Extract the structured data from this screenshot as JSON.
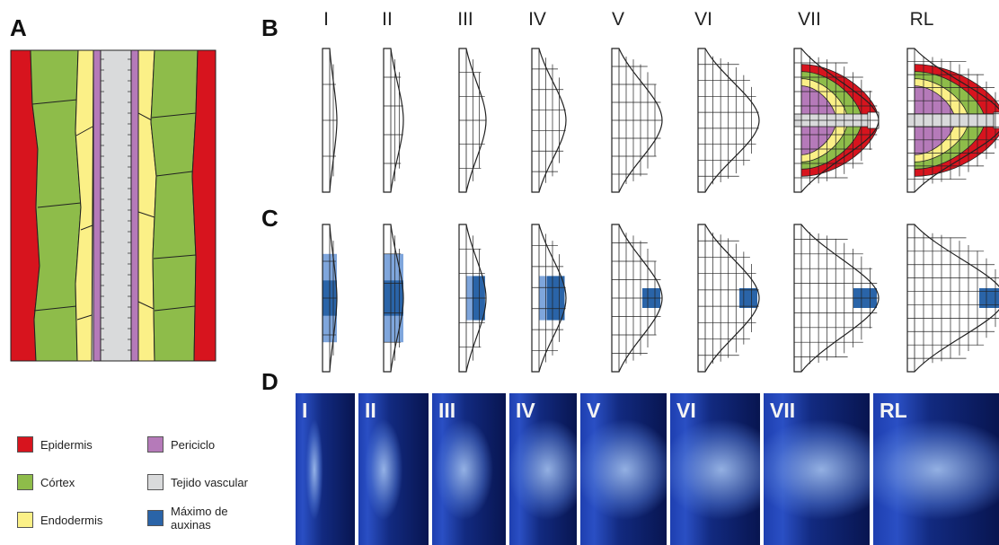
{
  "panels": {
    "a": "A",
    "b": "B",
    "c": "C",
    "d": "D"
  },
  "stages": [
    "I",
    "II",
    "III",
    "IV",
    "V",
    "VI",
    "VII",
    "RL"
  ],
  "legend": [
    {
      "label": "Epidermis",
      "color": "#d7141e"
    },
    {
      "label": "Córtex",
      "color": "#8ebc4a"
    },
    {
      "label": "Endodermis",
      "color": "#fbf087"
    },
    {
      "label": "Periciclo",
      "color": "#b57ab9"
    },
    {
      "label": "Tejido vascular",
      "color": "#d9dadb"
    },
    {
      "label": "Máximo de auxinas",
      "color": "#2a64a8"
    }
  ],
  "colors": {
    "epidermis": "#d7141e",
    "cortex": "#8ebc4a",
    "endodermis": "#fbf087",
    "pericycle": "#b57ab9",
    "vascular": "#d9dadb",
    "auxin_max": "#2a64a8",
    "auxin_light": "#7fa6dc",
    "photo_bg": "#0a1a5c"
  }
}
